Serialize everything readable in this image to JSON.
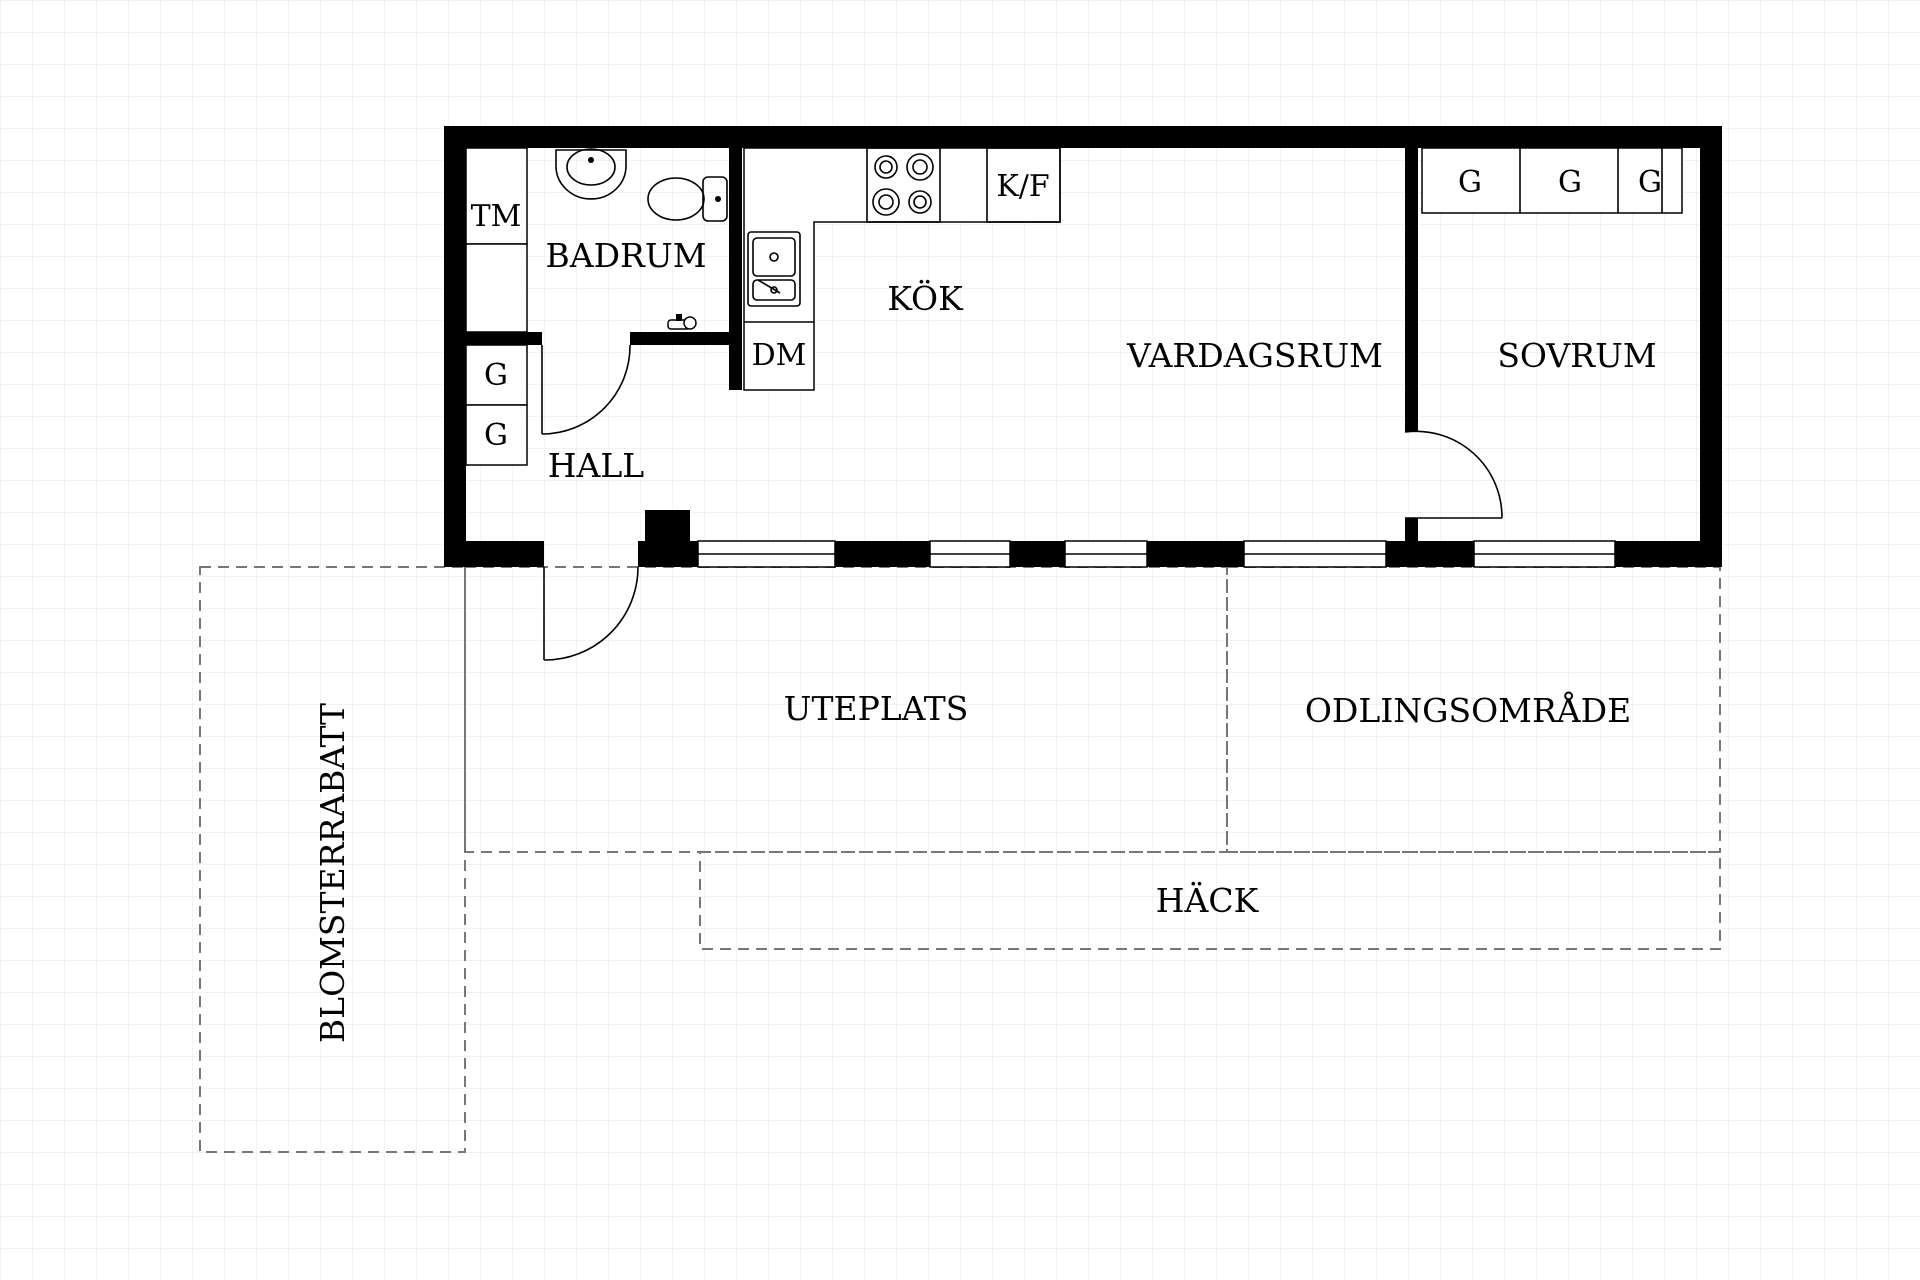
{
  "rooms": {
    "badrum": "BADRUM",
    "kok": "KÖK",
    "vardagsrum": "VARDAGSRUM",
    "sovrum": "SOVRUM",
    "hall": "HALL"
  },
  "fixtures": {
    "tm": "TM",
    "kf": "K/F",
    "dm": "DM",
    "g": "G"
  },
  "outdoor": {
    "uteplats": "UTEPLATS",
    "odlingsomrade": "ODLINGSOMRÅDE",
    "hack": "HÄCK",
    "blomsterrabatt": "BLOMSTERRABATT"
  },
  "colors": {
    "wall": "#000000",
    "grid": "#ebebeb",
    "dashed_outline": "#777777"
  }
}
